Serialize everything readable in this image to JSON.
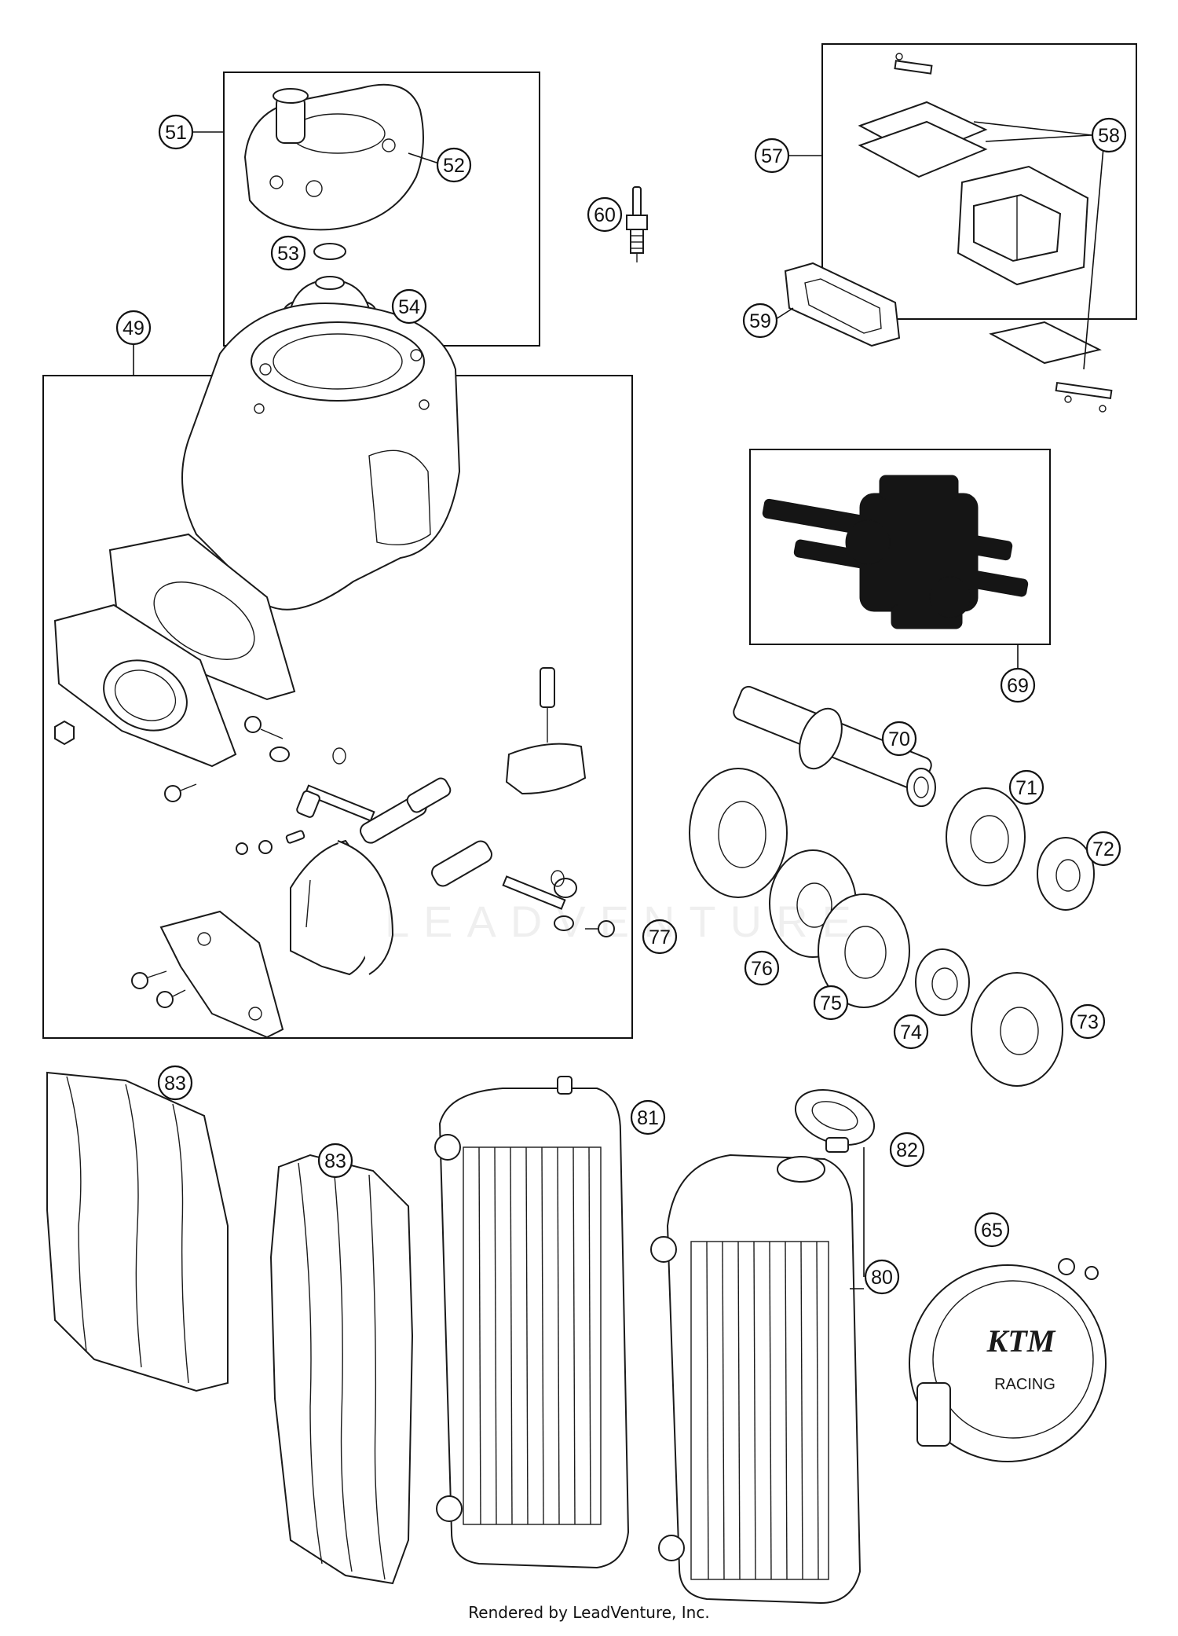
{
  "callouts": [
    {
      "id": "51",
      "label": "51"
    },
    {
      "id": "52",
      "label": "52"
    },
    {
      "id": "53",
      "label": "53"
    },
    {
      "id": "54",
      "label": "54"
    },
    {
      "id": "60",
      "label": "60"
    },
    {
      "id": "57",
      "label": "57"
    },
    {
      "id": "58",
      "label": "58"
    },
    {
      "id": "59",
      "label": "59"
    },
    {
      "id": "49",
      "label": "49"
    },
    {
      "id": "69",
      "label": "69"
    },
    {
      "id": "70",
      "label": "70"
    },
    {
      "id": "71",
      "label": "71"
    },
    {
      "id": "72",
      "label": "72"
    },
    {
      "id": "77",
      "label": "77"
    },
    {
      "id": "76",
      "label": "76"
    },
    {
      "id": "75",
      "label": "75"
    },
    {
      "id": "74",
      "label": "74"
    },
    {
      "id": "73",
      "label": "73"
    },
    {
      "id": "83a",
      "label": "83"
    },
    {
      "id": "83b",
      "label": "83"
    },
    {
      "id": "81",
      "label": "81"
    },
    {
      "id": "82",
      "label": "82"
    },
    {
      "id": "80",
      "label": "80"
    },
    {
      "id": "65",
      "label": "65"
    }
  ],
  "watermark": "LEADVENTURE",
  "footer": "Rendered by LeadVenture, Inc."
}
